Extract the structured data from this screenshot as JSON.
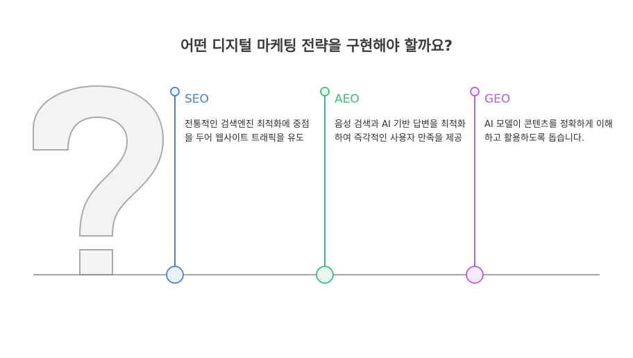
{
  "title": "어떤 디지털 마케팅 전략을 구현해야 할까요?",
  "items": [
    {
      "label": "SEO",
      "description": "전통적인 검색엔진 최적화에 중점을 두어 웹사이트 트래픽을 유도",
      "color": "#4a7fd4",
      "fill": "#e8f0fb"
    },
    {
      "label": "AEO",
      "description": "음성 검색과 AI 기반 답변을 최적화하여 즉각적인 사용자 만족을 제공",
      "color": "#3dbb7f",
      "fill": "#e6f7ee"
    },
    {
      "label": "GEO",
      "description": "AI 모델이 콘텐츠를 정확하게 이해하고 활용하도록 돕습니다.",
      "color": "#b35de0",
      "fill": "#f5e9fc"
    }
  ],
  "decoration": {
    "icon": "question-mark-icon",
    "line_color": "#8a8a8a"
  }
}
